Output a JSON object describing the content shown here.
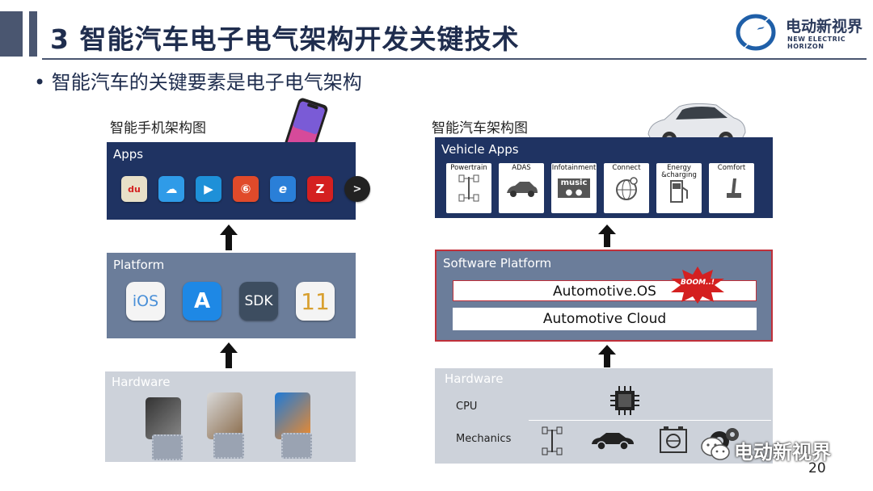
{
  "header": {
    "title": "3 智能汽车电子电气架构开发关键技术",
    "logo_cn": "电动新视界",
    "logo_en": "NEW ELECTRIC HORIZON"
  },
  "bullet": "智能汽车的关键要素是电子电气架构",
  "left": {
    "caption": "智能手机架构图",
    "apps_label": "Apps",
    "app_icons": [
      "du",
      "☁",
      "▶",
      "⑥",
      "e",
      "Z",
      ">"
    ],
    "platform_label": "Platform",
    "platform_icons": [
      "iOS",
      "A",
      "SDK",
      "11"
    ],
    "hardware_label": "Hardware"
  },
  "right": {
    "caption": "智能汽车架构图",
    "vehicle_apps_label": "Vehicle Apps",
    "vehicle_apps": [
      {
        "label": "Powertrain",
        "icon": "powertrain-icon"
      },
      {
        "label": "ADAS",
        "icon": "car-icon"
      },
      {
        "label": "Infotainment",
        "icon": "music-icon"
      },
      {
        "label": "Connect",
        "icon": "globe-icon"
      },
      {
        "label": "Energy &charging",
        "icon": "fuel-pump-icon"
      },
      {
        "label": "Comfort",
        "icon": "seat-icon"
      }
    ],
    "music_text": "music",
    "software_platform_label": "Software Platform",
    "automotive_os": "Automotive.OS",
    "boom": "BOOM..!",
    "automotive_cloud": "Automotive Cloud",
    "hardware_label": "Hardware",
    "cpu_label": "CPU",
    "mechanics_label": "Mechanics"
  },
  "watermark": "电动新视界",
  "page_number": "20",
  "colors": {
    "navy": "#1f3362",
    "slate": "#6b7d9a",
    "light": "#cdd2da",
    "boom_red": "#d42020"
  }
}
